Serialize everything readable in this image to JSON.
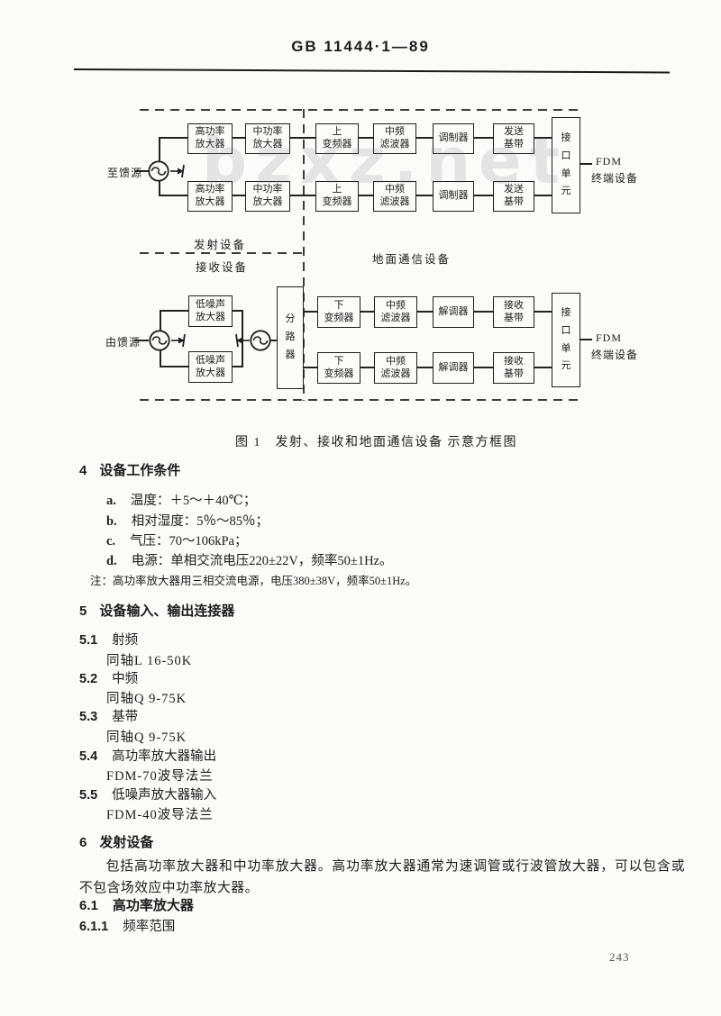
{
  "page": {
    "standard_no": "GB 11444·1—89",
    "page_number": "243",
    "watermark": "bzxz.net"
  },
  "figure": {
    "caption": "图 1　发射、接收和地面通信设备 示意方框图",
    "region_labels": {
      "tx": "发射设备",
      "rx": "接收设备",
      "ground": "地面通信设备"
    },
    "feed_labels": {
      "to_feed": "至馈源",
      "from_feed": "由馈源"
    },
    "boxes": {
      "hpa": [
        "高功率",
        "放大器"
      ],
      "mpa": [
        "中功率",
        "放大器"
      ],
      "upconverter": [
        "上",
        "变频器"
      ],
      "if_filter": [
        "中频",
        "滤波器"
      ],
      "modulator": [
        "调制器"
      ],
      "tx_baseband": [
        "发送",
        "基带"
      ],
      "interface_unit": "接口单元",
      "lna": [
        "低噪声",
        "放大器"
      ],
      "splitter": "分路器",
      "downconverter": [
        "下",
        "变频器"
      ],
      "demodulator": [
        "解调器"
      ],
      "rx_baseband": [
        "接收",
        "基带"
      ]
    },
    "fdm_label": [
      "FDM",
      "终端设备"
    ]
  },
  "sections": {
    "s4": {
      "num": "4",
      "title": "设备工作条件",
      "items": [
        {
          "letter": "a.",
          "text": "温度：＋5～＋40℃；"
        },
        {
          "letter": "b.",
          "text": "相对湿度：5％～85％；"
        },
        {
          "letter": "c.",
          "text": "气压：70～106kPa；"
        },
        {
          "letter": "d.",
          "text": "电源：单相交流电压220±22V，频率50±1Hz。"
        }
      ],
      "note": "注：高功率放大器用三相交流电源，电压380±38V，频率50±1Hz。"
    },
    "s5": {
      "num": "5",
      "title": "设备输入、输出连接器",
      "items": [
        {
          "num": "5.1",
          "title": "射频",
          "detail": "同轴L 16-50K"
        },
        {
          "num": "5.2",
          "title": "中频",
          "detail": "同轴Q 9-75K"
        },
        {
          "num": "5.3",
          "title": "基带",
          "detail": "同轴Q 9-75K"
        },
        {
          "num": "5.4",
          "title": "高功率放大器输出",
          "detail": "FDM-70波导法兰"
        },
        {
          "num": "5.5",
          "title": "低噪声放大器输入",
          "detail": "FDM-40波导法兰"
        }
      ]
    },
    "s6": {
      "num": "6",
      "title": "发射设备",
      "paragraph": "包括高功率放大器和中功率放大器。高功率放大器通常为速调管或行波管放大器，可以包含或不包含场效应中功率放大器。",
      "sub1": {
        "num": "6.1",
        "title": "高功率放大器"
      },
      "sub2": {
        "num": "6.1.1",
        "title": "频率范围"
      }
    }
  }
}
